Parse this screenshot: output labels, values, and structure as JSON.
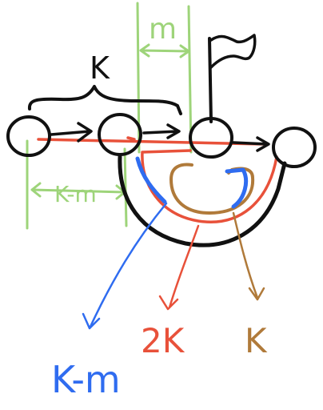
{
  "labels": {
    "k_top": "K",
    "m_top": "m",
    "k_minus_m_left": "K-m",
    "label_2k": "2K",
    "label_k": "K",
    "label_k_minus_m": "K-m"
  },
  "colors": {
    "black": "#111111",
    "green": "#9ed47a",
    "red": "#e8513a",
    "blue": "#2f6cf0",
    "brown": "#b07a3a"
  }
}
